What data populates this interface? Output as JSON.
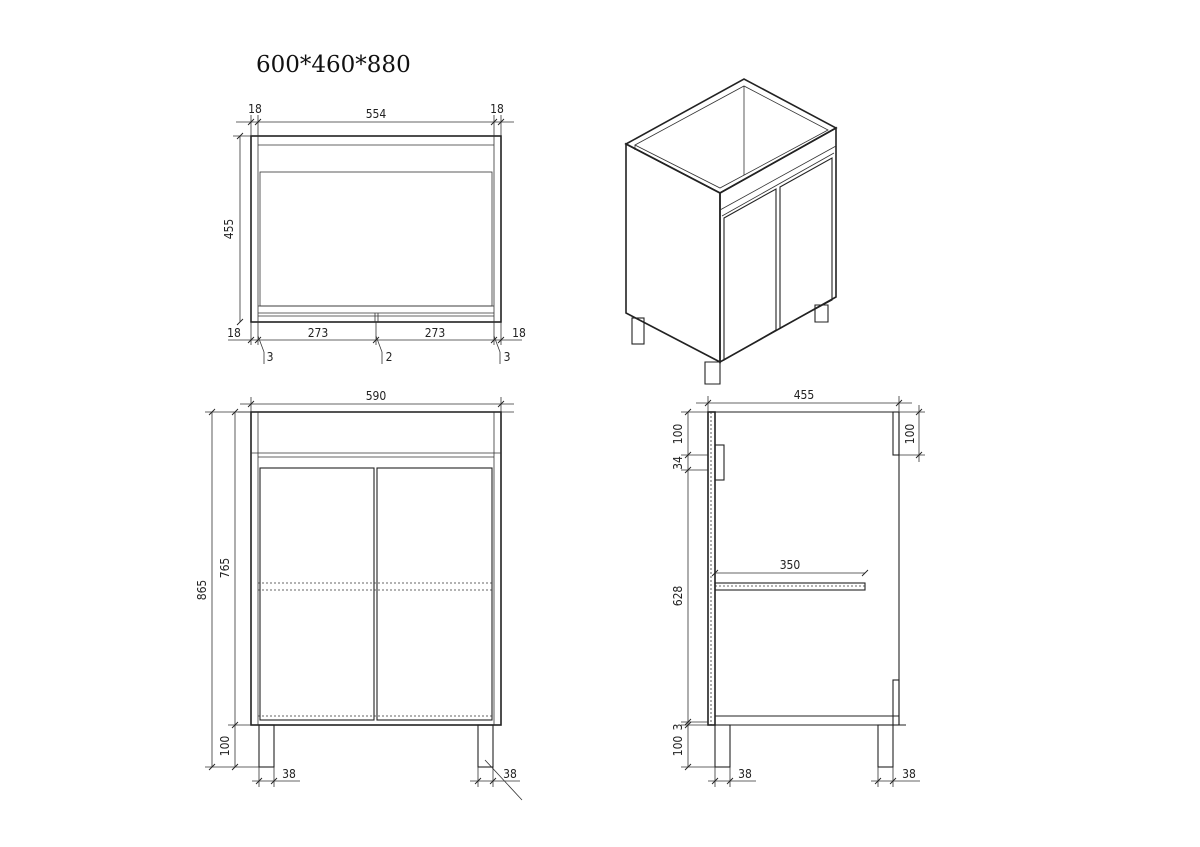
{
  "title": "600*460*880",
  "top_view": {
    "side_left": "18",
    "inner_width": "554",
    "side_right": "18",
    "depth": "455",
    "bottom_left": "18",
    "door_left": "273",
    "door_right": "273",
    "bottom_right": "18",
    "gap_left": "3",
    "gap_middle": "2",
    "gap_right": "3"
  },
  "front_view": {
    "width": "590",
    "total_height": "865",
    "body_height": "765",
    "leg_height": "100",
    "leg_left": "38",
    "leg_right": "38"
  },
  "side_view": {
    "depth": "455",
    "top_rail": "100",
    "rail_thickness": "34",
    "inner_height": "628",
    "shelf_depth": "350",
    "back_rail": "100",
    "bottom_gap": "3",
    "leg_height": "100",
    "leg_front": "38",
    "leg_back": "38"
  }
}
